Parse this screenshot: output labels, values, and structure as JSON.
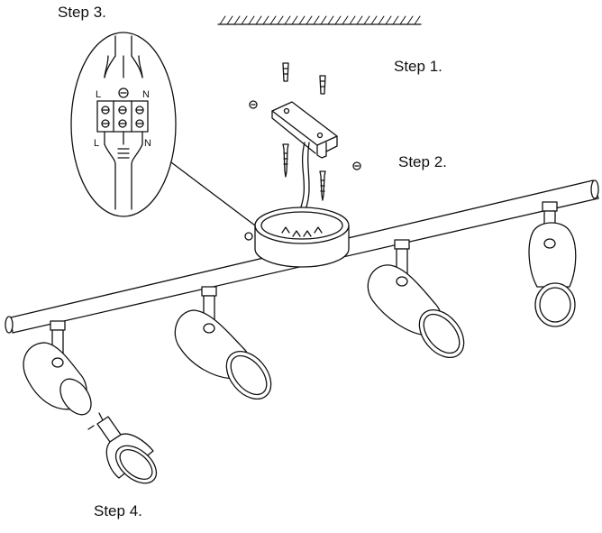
{
  "labels": {
    "step1": "Step 1.",
    "step2": "Step 2.",
    "step3": "Step 3.",
    "step4": "Step 4."
  },
  "terminal": {
    "live": "L",
    "neutral": "N"
  },
  "colors": {
    "line": "#111111",
    "background": "#ffffff"
  }
}
